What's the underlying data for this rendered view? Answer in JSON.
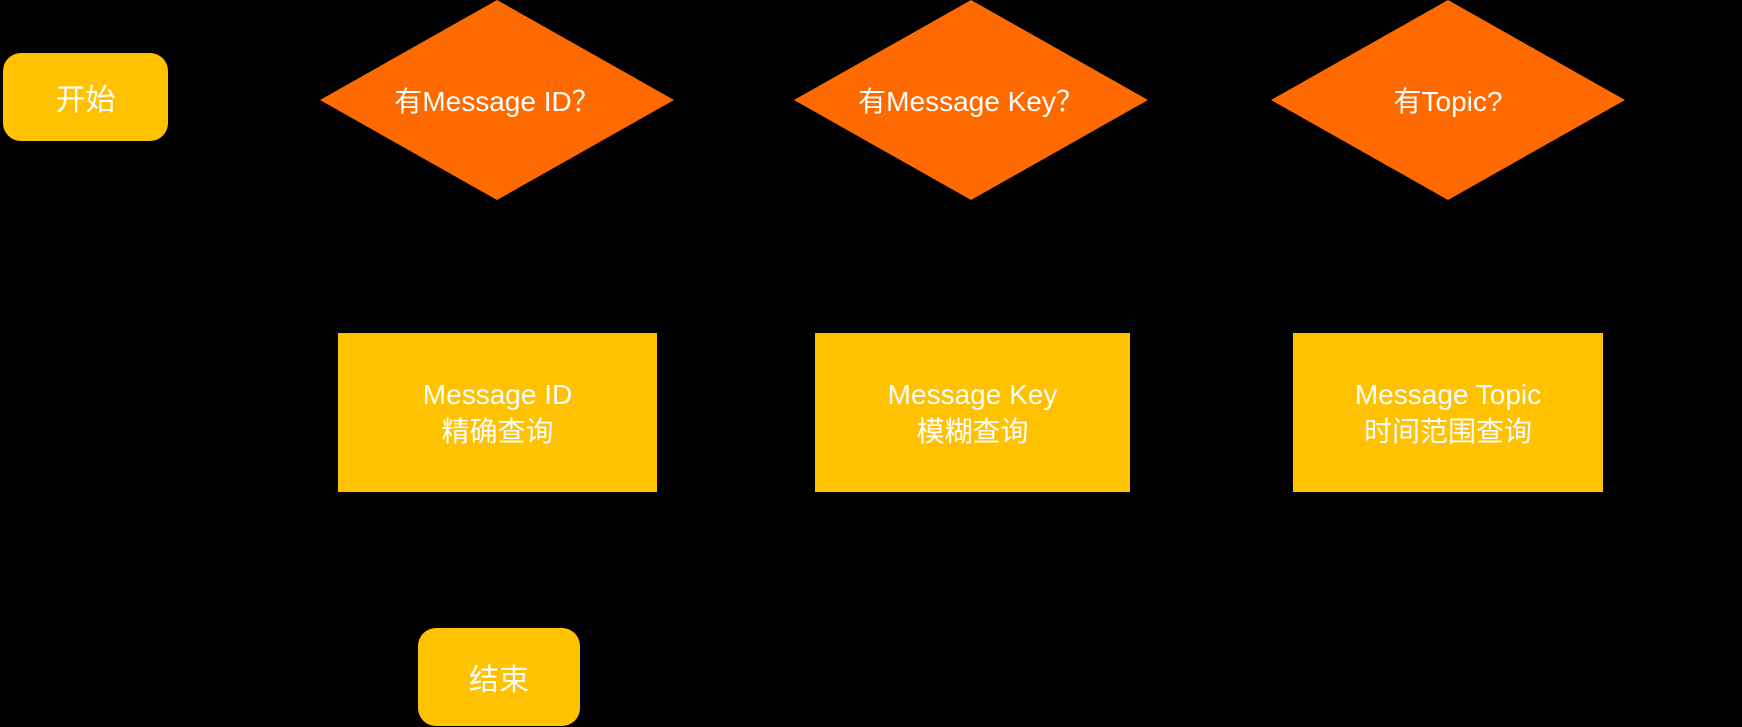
{
  "diagram": {
    "background_color": "#000000",
    "decision_fill_color": "#ff6a00",
    "process_fill_color": "#ffc200",
    "text_color": "#ffffff",
    "nodes": {
      "start": {
        "label": "开始"
      },
      "end": {
        "label": "结束"
      },
      "decisions": [
        {
          "label": "有Message ID？"
        },
        {
          "label": "有Message Key？"
        },
        {
          "label": "有Topic?"
        }
      ],
      "processes": [
        {
          "line1": "Message ID",
          "line2": "精确查询"
        },
        {
          "line1": "Message Key",
          "line2": "模糊查询"
        },
        {
          "line1": "Message Topic",
          "line2": "时间范围查询"
        }
      ]
    }
  }
}
